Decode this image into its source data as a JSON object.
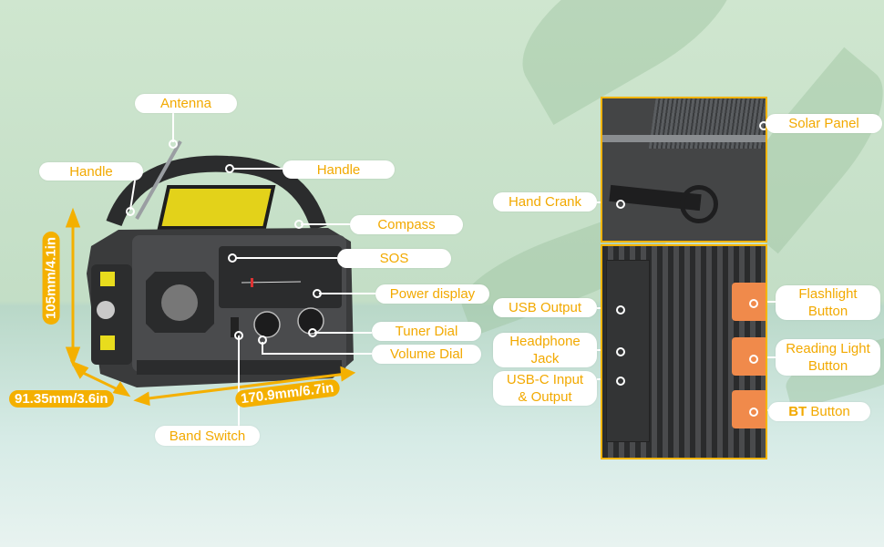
{
  "labels": {
    "antenna": "Antenna",
    "handle_left": "Handle",
    "handle_right": "Handle",
    "compass": "Compass",
    "sos": "SOS",
    "power_display": "Power display",
    "tuner_dial": "Tuner Dial",
    "volume_dial": "Volume Dial",
    "band_switch": "Band Switch",
    "solar_panel": "Solar Panel",
    "hand_crank": "Hand Crank",
    "usb_output": "USB Output",
    "headphone_jack": "Headphone Jack",
    "usbc": "USB-C Input & Output",
    "flashlight_button": "Flashlight Button",
    "reading_light_button": "Reading Light Button",
    "bt_button_bold": "BT",
    "bt_button_rest": " Button"
  },
  "dimensions": {
    "height": "105mm/4.1in",
    "depth": "91.35mm/3.6in",
    "width": "170.9mm/6.7in"
  },
  "colors": {
    "accent": "#f4b000",
    "label_text": "#f2a900",
    "button_orange": "#f08a4b",
    "body": "#3a3b3c"
  }
}
